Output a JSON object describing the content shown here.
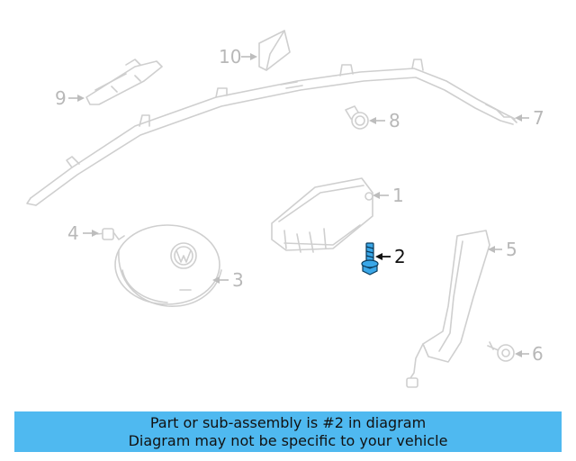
{
  "callouts": {
    "c1": "1",
    "c2": "2",
    "c3": "3",
    "c4": "4",
    "c5": "5",
    "c6": "6",
    "c7": "7",
    "c8": "8",
    "c9": "9",
    "c10": "10"
  },
  "highlight_part": "2",
  "banner": {
    "line1": "Part or sub-assembly is #2 in diagram",
    "line2": "Diagram may not be specific to your vehicle"
  },
  "colors": {
    "banner": "#4fb9f0",
    "highlight_bolt": "#3aa7e8",
    "faded_parts": "#cfcfcf"
  }
}
